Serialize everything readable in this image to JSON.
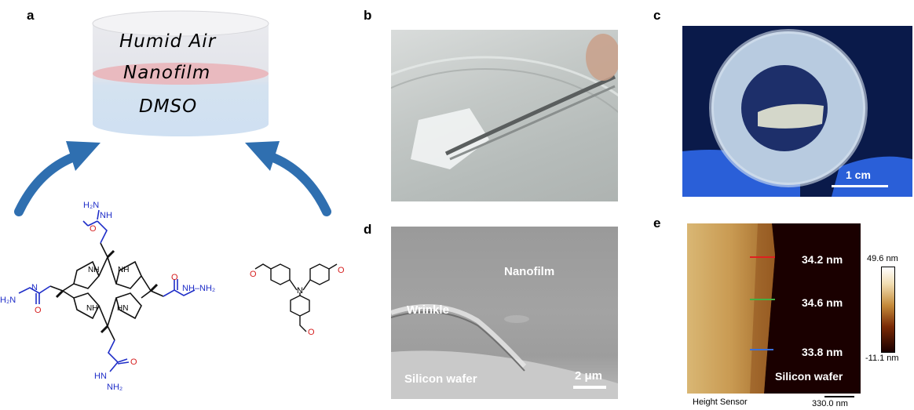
{
  "panels": {
    "a": {
      "label": "a",
      "layers": {
        "top": "Humid Air",
        "middle": "Nanofilm",
        "bottom": "DMSO"
      },
      "porphyrin_groups": {
        "top": "H₂N",
        "top_nh": "NH",
        "left": "H₂N",
        "left_nh": "N",
        "right": "NH–NH₂",
        "bottom_nh": "HN",
        "bottom": "NH₂",
        "nh": "NH",
        "hn": "HN",
        "o": "O"
      },
      "aldehyde_atoms": {
        "n": "N",
        "o": "O"
      }
    },
    "b": {
      "label": "b"
    },
    "c": {
      "label": "c",
      "scale_bar": "1 cm"
    },
    "d": {
      "label": "d",
      "labels": {
        "film": "Nanofilm",
        "wrinkle": "Wrinkle",
        "substrate": "Silicon wafer"
      },
      "scale_bar": "2 μm"
    },
    "e": {
      "label": "e",
      "measurements": [
        "34.2 nm",
        "34.6 nm",
        "33.8 nm"
      ],
      "substrate": "Silicon wafer",
      "colorbar_max": "49.6 nm",
      "colorbar_min": "-11.1 nm",
      "sensor": "Height Sensor",
      "scale_bar": "330.0 nm"
    }
  },
  "colors": {
    "arrow": "#2f6fb0",
    "chem_blue": "#1f2ec8",
    "chem_red": "#d62020",
    "line_red": "#e02020",
    "line_green": "#43b043",
    "line_blue": "#3a6fd8"
  }
}
